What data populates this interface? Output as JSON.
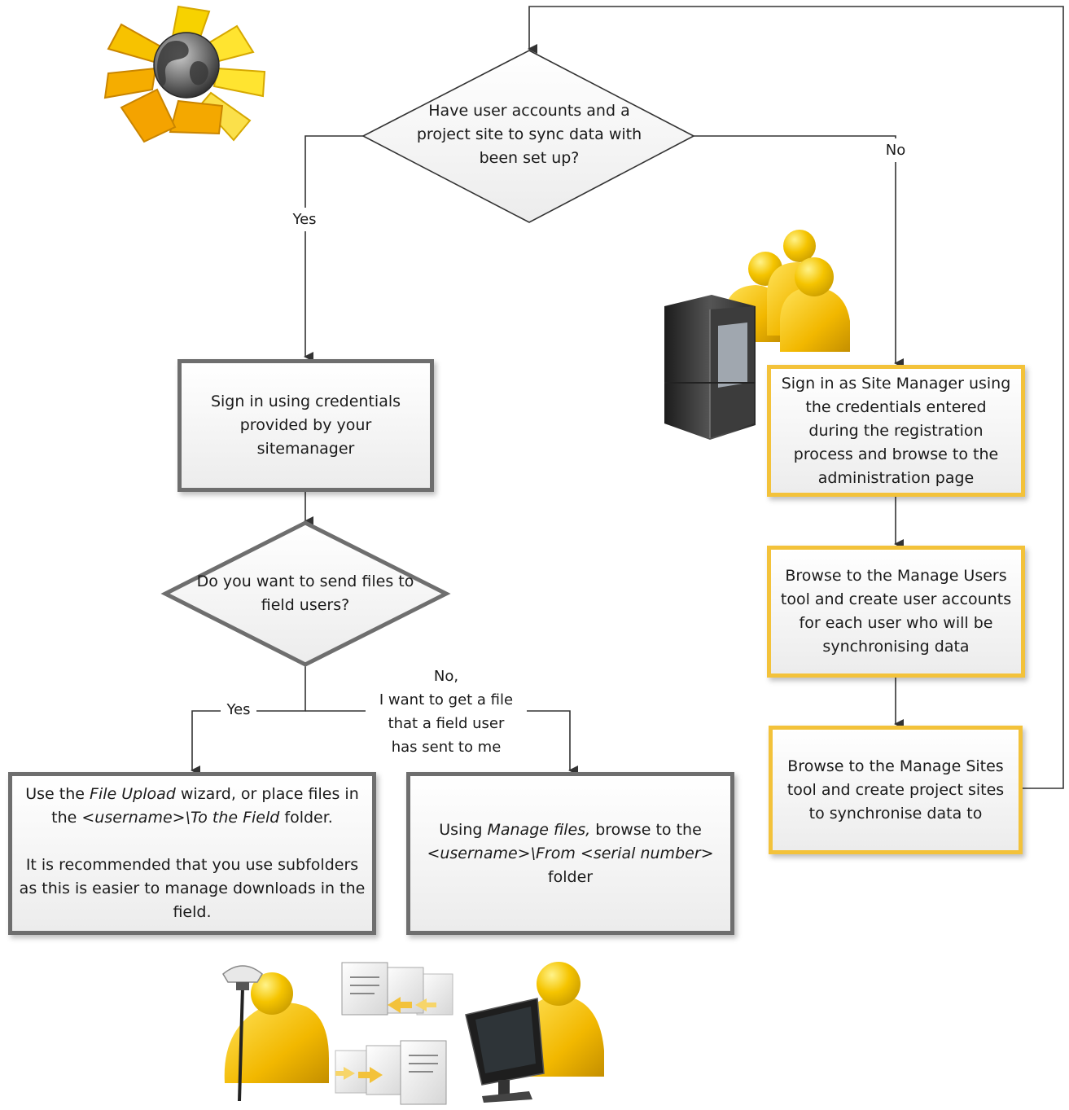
{
  "decision1": {
    "text": "Have user accounts  and a project site to sync data with been set up?"
  },
  "decision2": {
    "text": "Do you want to send files to field users?"
  },
  "labels": {
    "yes_left": "Yes",
    "no_right": "No",
    "yes_lower": "Yes",
    "no_lower_1": "No,",
    "no_lower_2": "I want to get a file",
    "no_lower_3": "that a field user",
    "no_lower_4": "has sent to me"
  },
  "boxes": {
    "signin": "Sign in using credentials provided by your sitemanager",
    "site_manager": "Sign in as Site Manager using the credentials entered during the registration process and browse to the administration page",
    "manage_users": "Browse to the  Manage Users tool and create user accounts for each user who will be synchronising data",
    "manage_sites": "Browse to the  Manage Sites tool and create project sites to synchronise data to",
    "upload": {
      "p1_a": "Use the ",
      "p1_b": "File Upload",
      "p1_c": " wizard, or place files in the ",
      "p1_d": "<username>\\To the Field",
      "p1_e": " folder.",
      "p2": "It is recommended that you  use subfolders as this is easier to manage downloads in the field."
    },
    "manage_files": {
      "a": "Using ",
      "b": "Manage files,",
      "c": " browse to the ",
      "d": "<username>\\From <serial number>",
      "e": " folder"
    }
  },
  "colors": {
    "grey_border": "#6e6e6e",
    "orange_border": "#f3c23a",
    "figure_yellow": "#f5c400",
    "line": "#333333"
  },
  "icons": [
    "globe-arrows-icon",
    "server-users-icon",
    "field-user-rover-icon",
    "file-transfer-icon",
    "office-user-computer-icon"
  ]
}
